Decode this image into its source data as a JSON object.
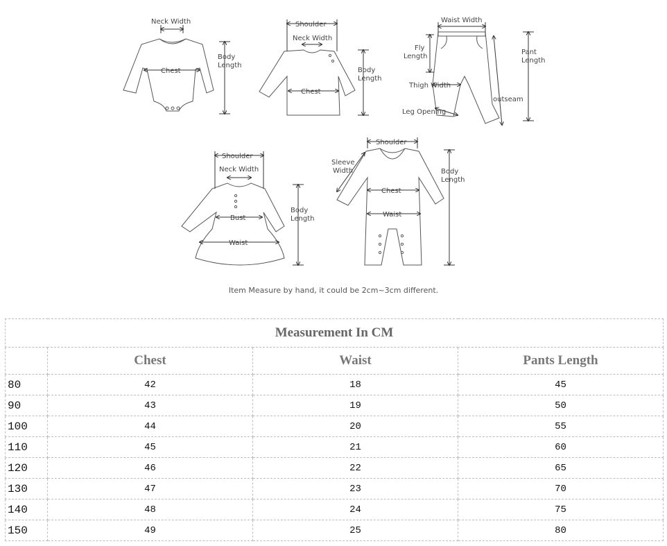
{
  "diagram": {
    "bodysuit": {
      "neck_width": "Neck Width",
      "chest": "Chest",
      "body_length_1": "Body",
      "body_length_2": "Length"
    },
    "shirt": {
      "shoulder": "Shoulder",
      "neck_width": "Neck Width",
      "chest": "Chest",
      "body_length_1": "Body",
      "body_length_2": "Length"
    },
    "pants": {
      "waist_width": "Waist Width",
      "fly_length_1": "Fly",
      "fly_length_2": "Length",
      "pant_length_1": "Pant",
      "pant_length_2": "Length",
      "thigh_width": "Thigh Width",
      "outseam": "outseam",
      "leg_opening": "Leg Opening"
    },
    "dress": {
      "shoulder": "Shoulder",
      "neck_width": "Neck Width",
      "bust": "Bust",
      "waist": "Waist",
      "body_length_1": "Body",
      "body_length_2": "Length"
    },
    "romper": {
      "shoulder": "Shoulder",
      "sleeve_width_1": "Sleeve",
      "sleeve_width_2": "Width",
      "chest": "Chest",
      "waist": "Waist",
      "body_length_1": "Body",
      "body_length_2": "Length"
    }
  },
  "note": "Item Measure by hand, it could be 2cm~3cm different.",
  "table": {
    "title": "Measurement In CM",
    "headers": [
      "",
      "Chest",
      "Waist",
      "Pants Length"
    ],
    "rows": [
      [
        "80",
        "42",
        "18",
        "45"
      ],
      [
        "90",
        "43",
        "19",
        "50"
      ],
      [
        "100",
        "44",
        "20",
        "55"
      ],
      [
        "110",
        "45",
        "21",
        "60"
      ],
      [
        "120",
        "46",
        "22",
        "65"
      ],
      [
        "130",
        "47",
        "23",
        "70"
      ],
      [
        "140",
        "48",
        "24",
        "75"
      ],
      [
        "150",
        "49",
        "25",
        "80"
      ]
    ]
  }
}
